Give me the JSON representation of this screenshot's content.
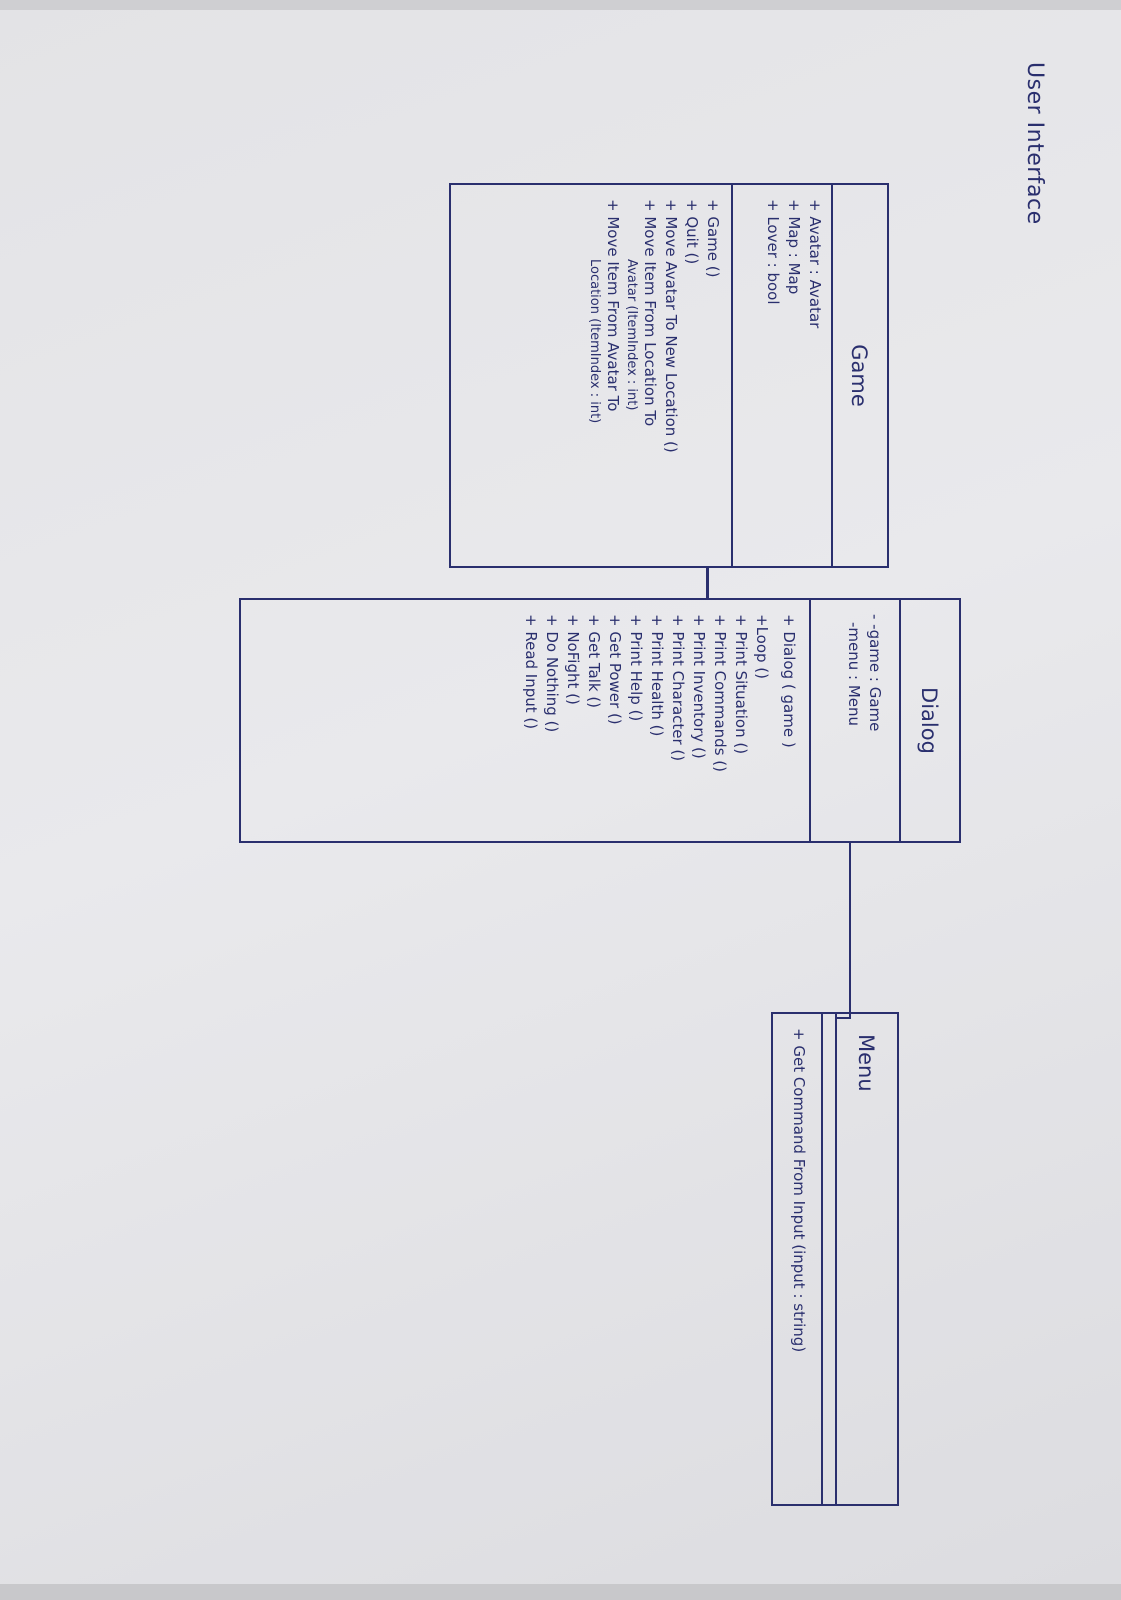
{
  "diagram_title": "User Interface",
  "classes": {
    "game": {
      "name": "Game",
      "attributes": [
        "+ Avatar : Avatar",
        "+ Map : Map",
        "+ Lover : bool"
      ],
      "operations": [
        "+ Game ()",
        "+ Quit ()",
        "+ Move Avatar To New Location ()",
        "+ Move Item From Location To",
        "Avatar (ItemIndex : int)",
        "+ Move Item From Avatar To",
        "Location (ItemIndex : int)"
      ]
    },
    "dialog": {
      "name": "Dialog",
      "attributes": [
        "- -game : Game",
        "-menu : Menu"
      ],
      "operations": [
        "+ Dialog ( game )",
        "+Loop ()",
        "+ Print Situation ()",
        "+ Print Commands ()",
        "+ Print Inventory ()",
        "+ Print Character ()",
        "+ Print Health ()",
        "+ Print Help ()",
        "+ Get Power ()",
        "+ Get Talk ()",
        "+ NoFight ()",
        "+ Do Nothing ()",
        "+ Read Input ()"
      ]
    },
    "menu": {
      "name": "Menu",
      "attributes": [],
      "operations": [
        "+ Get Command From Input (input : string)"
      ]
    }
  },
  "colors": {
    "ink": "#2a2f6e",
    "paper": "#e6e6e9"
  }
}
